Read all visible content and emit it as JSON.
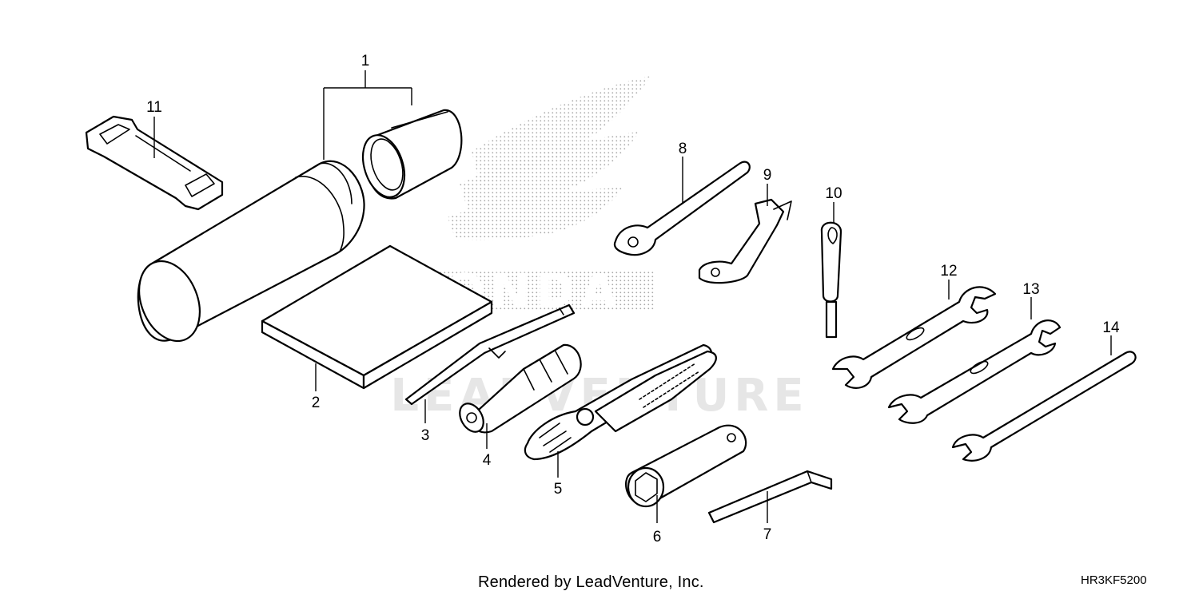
{
  "diagram": {
    "callouts": [
      "1",
      "2",
      "3",
      "4",
      "5",
      "6",
      "7",
      "8",
      "9",
      "10",
      "11",
      "12",
      "13",
      "14"
    ],
    "watermark_logo": "HONDA",
    "watermark_text": "LEADVENTURE"
  },
  "footer": {
    "credit": "Rendered by LeadVenture, Inc.",
    "code": "HR3KF5200"
  }
}
